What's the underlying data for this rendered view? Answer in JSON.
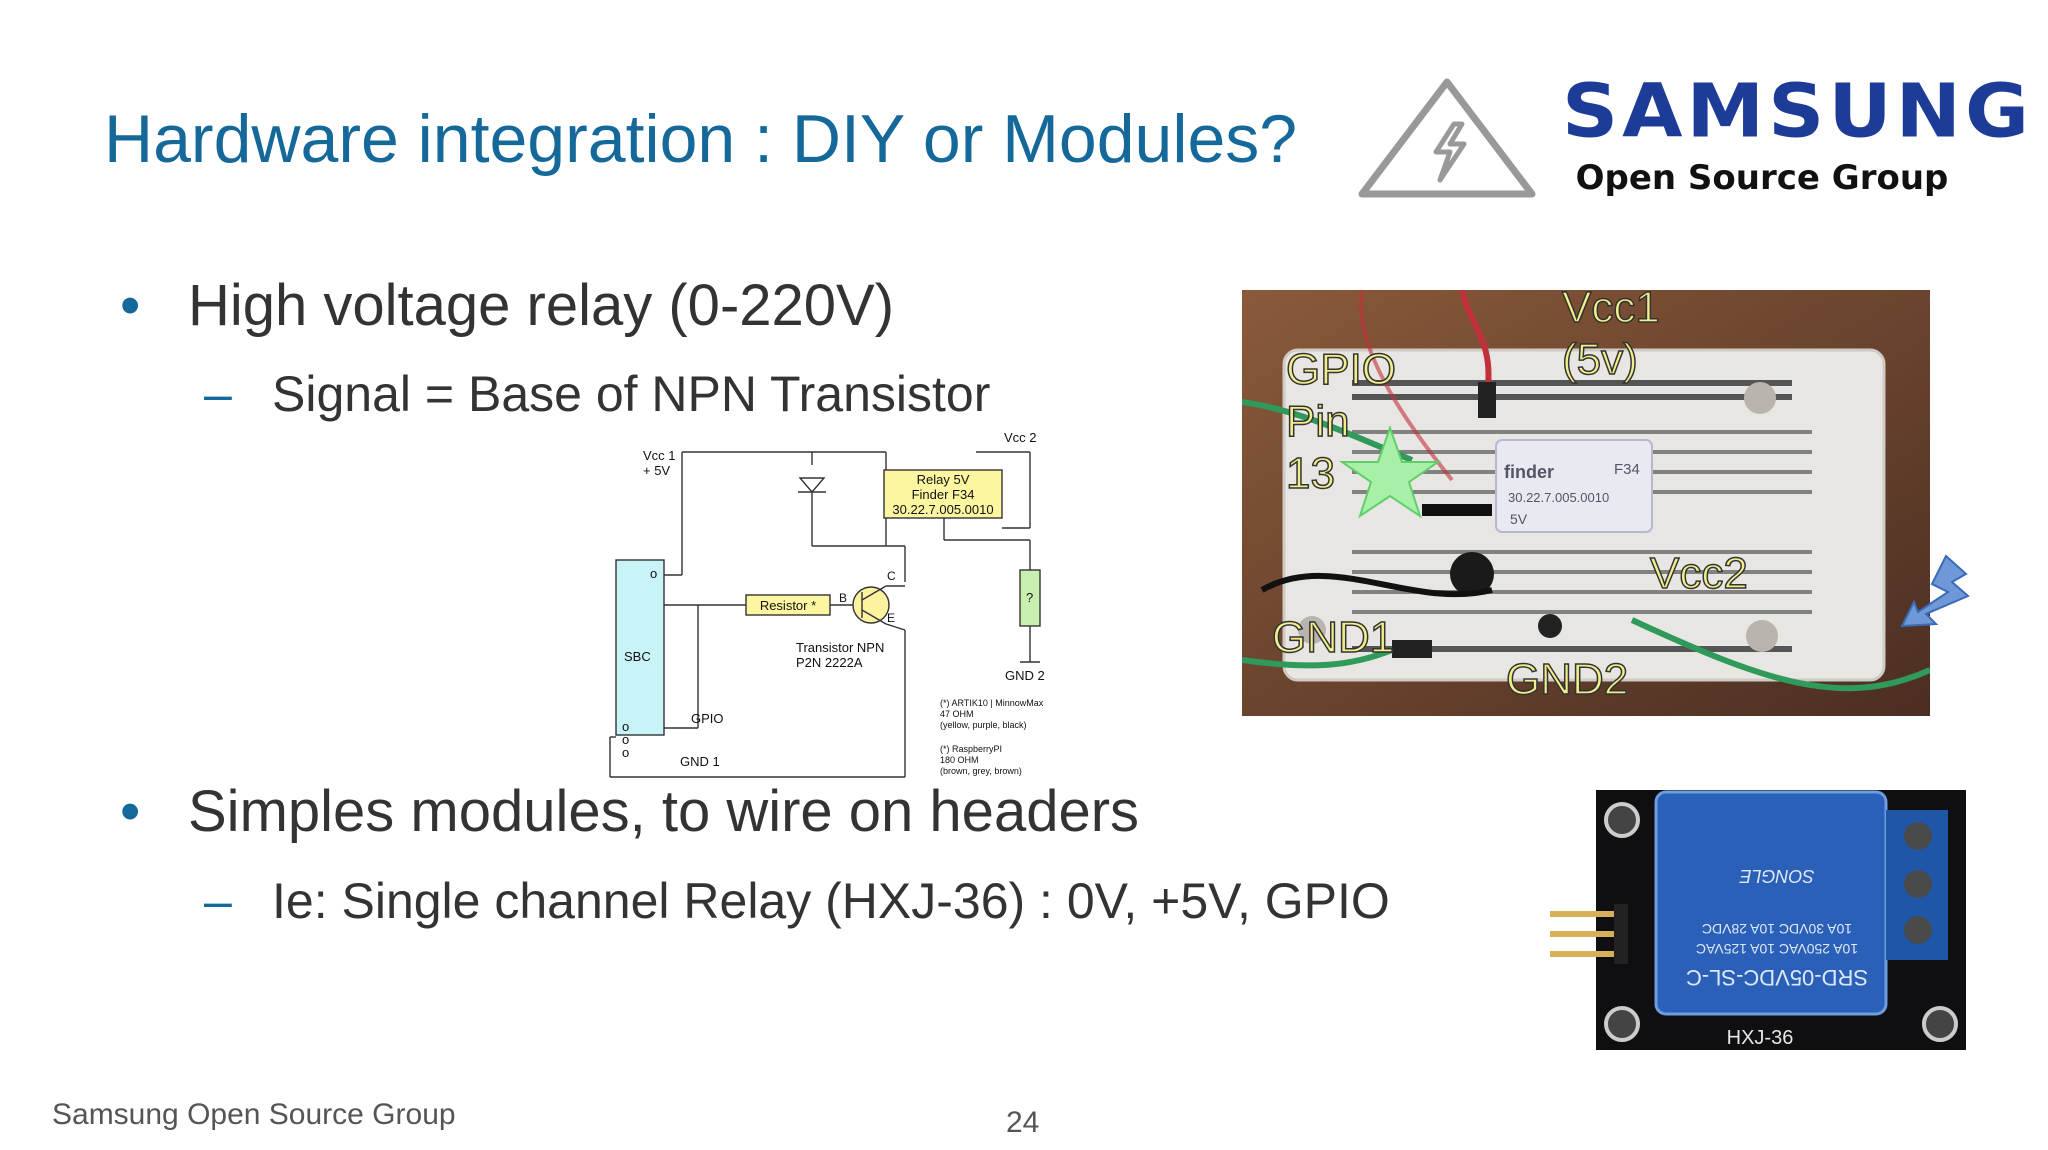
{
  "slide": {
    "title": "Hardware integration : DIY or Modules?",
    "logo": {
      "brand": "SAMSUNG",
      "sub": "Open Source Group"
    },
    "bullets": [
      {
        "marker": "•",
        "text": "High voltage relay (0-220V)",
        "sub": {
          "marker": "–",
          "text": "Signal = Base of NPN Transistor"
        }
      },
      {
        "marker": "•",
        "text": "Simples modules, to wire on headers",
        "sub": {
          "marker": "–",
          "text": "Ie: Single channel Relay (HXJ-36) : 0V, +5V, GPIO"
        }
      }
    ],
    "schematic": {
      "vcc1": "Vcc 1",
      "vcc1_volt": "+ 5V",
      "vcc2": "Vcc 2",
      "relay_l1": "Relay 5V",
      "relay_l2": "Finder F34",
      "relay_l3": "30.22.7.005.0010",
      "resistor": "Resistor *",
      "pin_b": "B",
      "pin_c": "C",
      "pin_e": "E",
      "transistor_l1": "Transistor NPN",
      "transistor_l2": "P2N 2222A",
      "sbc": "SBC",
      "gpio": "GPIO",
      "gnd1": "GND 1",
      "gnd2": "GND 2",
      "load": "?",
      "pin_o": "o",
      "note1_l1": "(*) ARTIK10 | MinnowMax",
      "note1_l2": "47 OHM",
      "note1_l3": "(yellow, purple, black)",
      "note2_l1": "(*) RaspberryPI",
      "note2_l2": "180 OHM",
      "note2_l3": "(brown, grey, brown)"
    },
    "breadboard_labels": {
      "gpio": "GPIO\nPin\n13",
      "vcc1": "Vcc1\n(5v)",
      "vcc2": "Vcc2",
      "gnd1": "GND1",
      "gnd2": "GND2",
      "relay_brand": "finder",
      "relay_model": "F34",
      "relay_part": "30.22.7.005.0010",
      "relay_volt": "5V"
    },
    "module": {
      "label": "HXJ-36",
      "relay_l1": "SRD-05VDC-SL-C",
      "relay_l2": "10A 250VAC 10A 125VAC",
      "relay_l3": "10A 30VDC 10A 28VDC",
      "relay_brand": "SONGLE"
    },
    "footer": "Samsung Open Source Group",
    "page_number": "24"
  }
}
